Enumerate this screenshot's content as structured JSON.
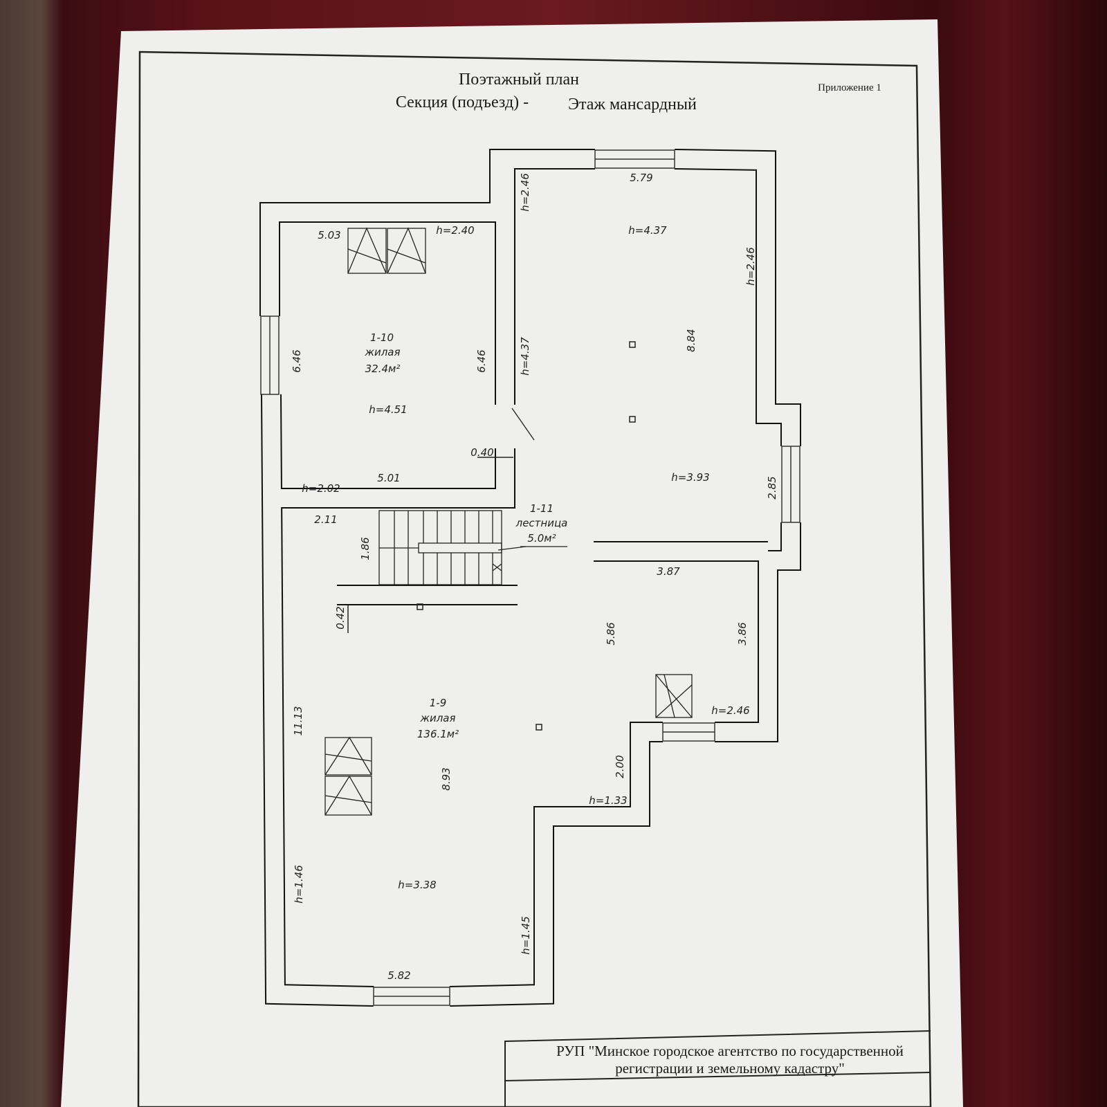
{
  "header": {
    "title": "Поэтажный план",
    "subtitle_section": "Секция (подъезд) -",
    "subtitle_floor": "Этаж мансардный",
    "appendix": "Приложение 1"
  },
  "rooms": {
    "r110": {
      "id": "1-10",
      "type": "жилая",
      "area": "32.4м²"
    },
    "r111": {
      "id": "1-11",
      "type": "лестница",
      "area": "5.0м²"
    },
    "r19": {
      "id": "1-9",
      "type": "жилая",
      "area": "136.1м²"
    }
  },
  "dimensions": {
    "d579": "5.79",
    "h437a": "h=4.37",
    "h246a": "h=2.46",
    "h246b": "h=2.46",
    "d503": "5.03",
    "h240": "h=2.40",
    "d646a": "6.46",
    "d646b": "6.46",
    "h437b": "h=4.37",
    "d884": "8.84",
    "h451": "h=4.51",
    "d040": "0.40",
    "h202": "h=2.02",
    "d501": "5.01",
    "h393": "h=3.93",
    "d285": "2.85",
    "d211": "2.11",
    "d186": "1.86",
    "d387": "3.87",
    "d042": "0.42",
    "d586": "5.86",
    "d386": "3.86",
    "h246c": "h=2.46",
    "d1113": "11.13",
    "d893": "8.93",
    "d200": "2.00",
    "h133": "h=1.33",
    "h146": "h=1.46",
    "h338": "h=3.38",
    "h145": "h=1.45",
    "d582": "5.82"
  },
  "footer": {
    "agency_line1": "РУП \"Минское городское агентство по государственной",
    "agency_line2": "регистрации и земельному кадастру\""
  }
}
